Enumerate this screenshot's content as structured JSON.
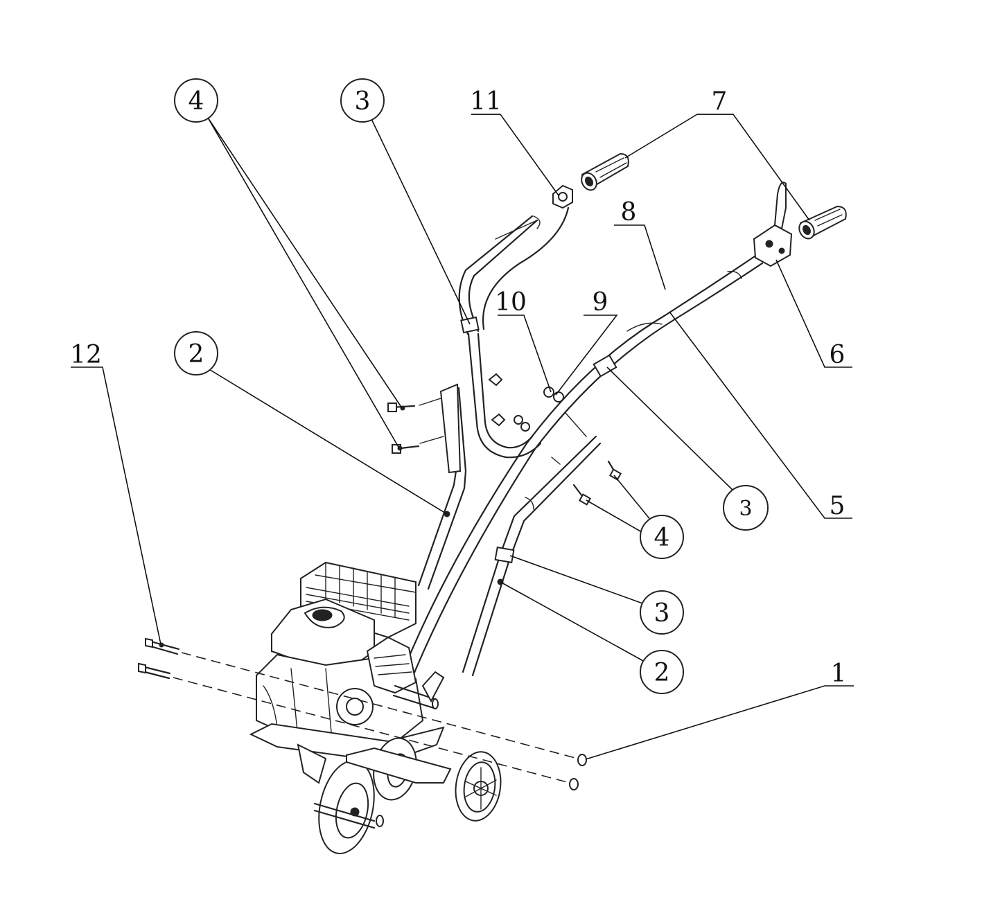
{
  "callouts": [
    {
      "id": "c-4a",
      "label": "4",
      "style": "circle"
    },
    {
      "id": "c-3a",
      "label": "3",
      "style": "circle"
    },
    {
      "id": "c-11",
      "label": "11",
      "style": "underline"
    },
    {
      "id": "c-7",
      "label": "7",
      "style": "underline"
    },
    {
      "id": "c-8",
      "label": "8",
      "style": "underline"
    },
    {
      "id": "c-10",
      "label": "10",
      "style": "underline"
    },
    {
      "id": "c-9",
      "label": "9",
      "style": "underline"
    },
    {
      "id": "c-6",
      "label": "6",
      "style": "underline"
    },
    {
      "id": "c-12",
      "label": "12",
      "style": "underline"
    },
    {
      "id": "c-2a",
      "label": "2",
      "style": "circle"
    },
    {
      "id": "c-3b",
      "label": "3",
      "style": "circle"
    },
    {
      "id": "c-5",
      "label": "5",
      "style": "underline"
    },
    {
      "id": "c-4b",
      "label": "4",
      "style": "circle"
    },
    {
      "id": "c-3c",
      "label": "3",
      "style": "circle"
    },
    {
      "id": "c-2b",
      "label": "2",
      "style": "circle"
    },
    {
      "id": "c-1",
      "label": "1",
      "style": "underline"
    }
  ]
}
